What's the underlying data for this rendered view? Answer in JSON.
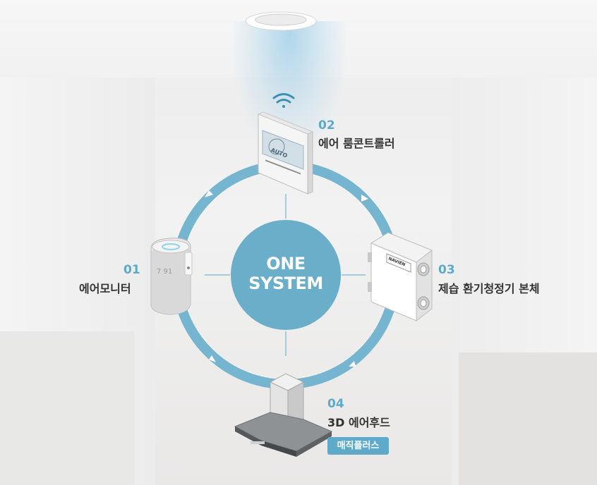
{
  "center": {
    "line1": "ONE",
    "line2": "SYSTEM"
  },
  "components": [
    {
      "number": "01",
      "name": "에어모니터"
    },
    {
      "number": "02",
      "name": "에어 룸콘트롤러"
    },
    {
      "number": "03",
      "name": "제습 환기청정기 본체"
    },
    {
      "number": "04",
      "name": "3D 에어후드"
    }
  ],
  "badge": "매직플러스",
  "device_text": {
    "controller_screen": "AUTO",
    "ventilator_brand": "NAVIEN",
    "monitor_display": "7 91"
  },
  "colors": {
    "accent": "#5fa9c9",
    "circle": "#6aaec9",
    "ring": "#76b5cf",
    "text": "#333333"
  }
}
